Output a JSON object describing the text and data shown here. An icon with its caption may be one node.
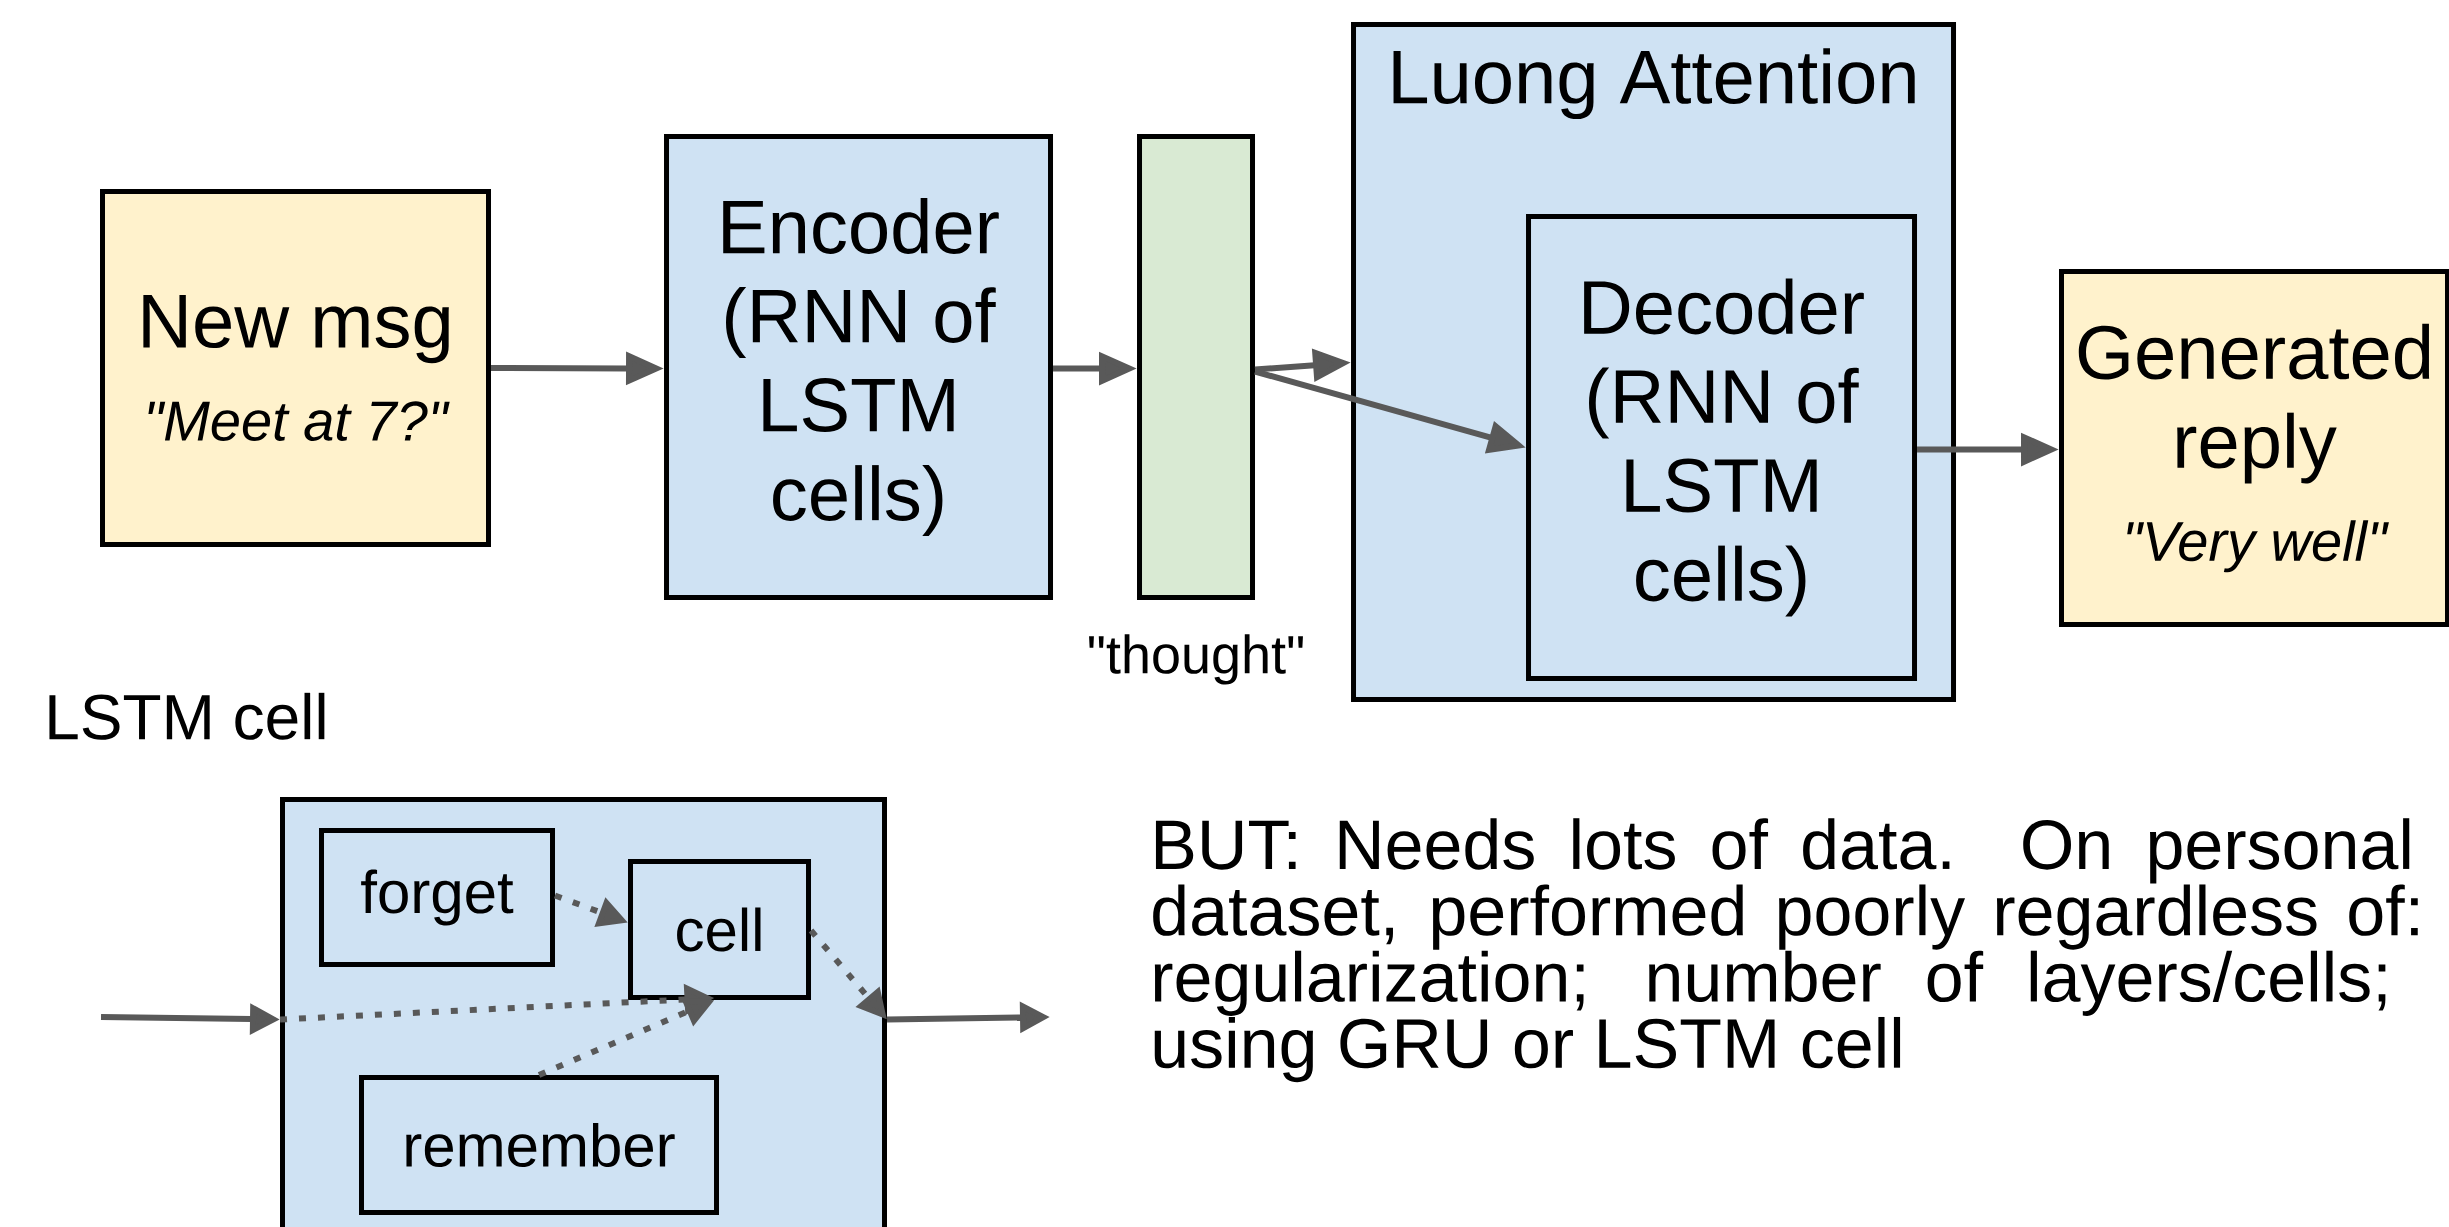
{
  "diagram": {
    "nodes": [
      {
        "text": [
          "New msg",
          "\"Meet at 7?\""
        ]
      },
      {
        "text": [
          "Encoder (RNN of LSTM cells)"
        ]
      },
      {
        "text": [],
        "shape": "bar",
        "beside": [
          "\"thought\""
        ]
      },
      {
        "text": [
          "Luong Attention"
        ]
      },
      {
        "text": [
          "Decoder (RNN of LSTM cells)"
        ],
        "in": 3
      },
      {
        "text": [
          "Generated reply",
          "\"Very well\""
        ]
      },
      {
        "text": [
          "LSTM cell"
        ]
      },
      {
        "text": [
          "forget"
        ],
        "in": 6
      },
      {
        "text": [
          "cell"
        ],
        "in": 6
      },
      {
        "text": [
          "remember"
        ],
        "in": 6
      }
    ],
    "edges": [
      {
        "from": 0,
        "to": 1,
        "arrow": "to"
      },
      {
        "from": 1,
        "to": 2,
        "arrow": "to"
      },
      {
        "from": 2,
        "to": 3,
        "arrow": "to"
      },
      {
        "from": 2,
        "to": 4,
        "arrow": "to"
      },
      {
        "from": 4,
        "to": 5,
        "arrow": "to"
      },
      {
        "from": null,
        "to": 6,
        "arrow": "to"
      },
      {
        "from": 6,
        "to": null,
        "arrow": "to"
      },
      {
        "from": 7,
        "to": 8,
        "arrow": "to",
        "style": "dashed"
      },
      {
        "from": 8,
        "to": 6,
        "arrow": "to",
        "style": "dashed"
      },
      {
        "from": 6,
        "to": 8,
        "arrow": "to",
        "style": "dashed"
      },
      {
        "from": 9,
        "to": 8,
        "arrow": "to",
        "style": "dashed"
      }
    ],
    "labels": [
      "BUT: Needs lots of data. On personal dataset, performed poorly regardless of: regularization; number of layers/cells; using GRU or LSTM cell"
    ]
  }
}
